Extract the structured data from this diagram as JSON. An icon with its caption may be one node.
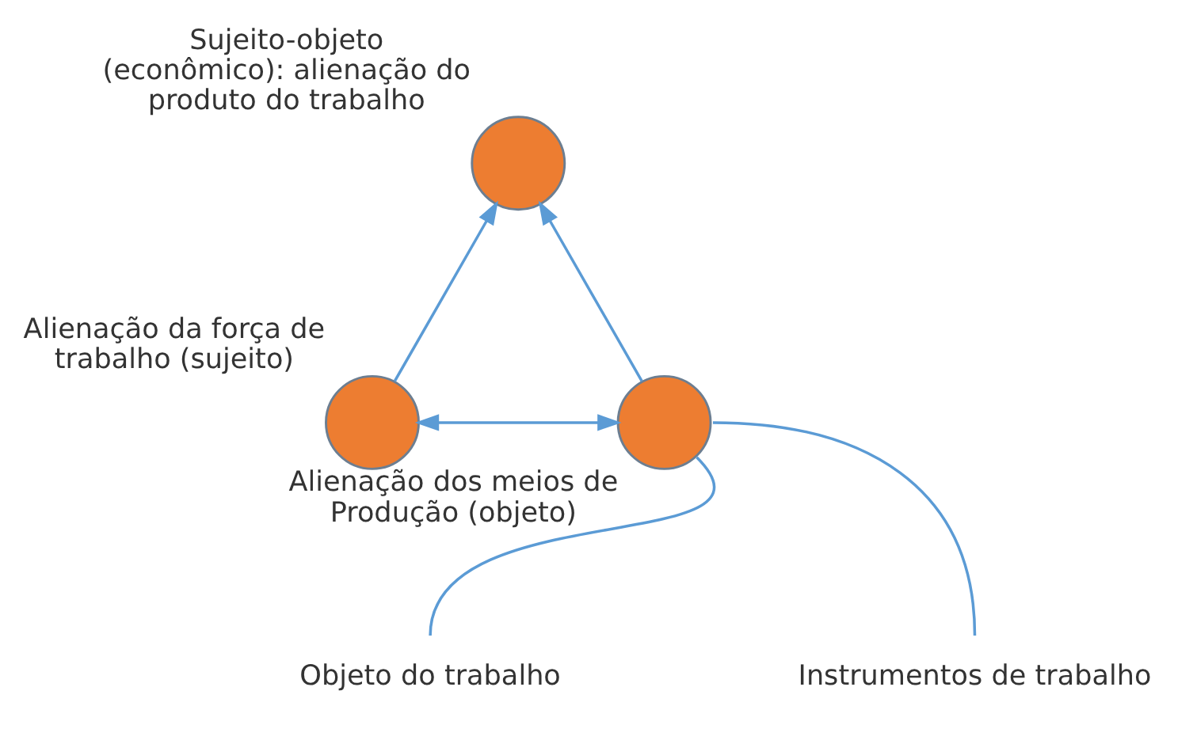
{
  "diagram": {
    "nodes": [
      {
        "text": [
          "Sujeito-objeto (econômico): alienação do produto do trabalho"
        ]
      },
      {
        "text": [
          "Alienação da força de trabalho (sujeito)"
        ]
      },
      {
        "text": [
          "Alienação dos meios de Produção (objeto)"
        ]
      },
      {
        "text": [
          "Objeto do trabalho"
        ]
      },
      {
        "text": [
          "Instrumentos de trabalho"
        ]
      }
    ],
    "edges": [
      {
        "from": 1,
        "to": 0,
        "arrow": "to"
      },
      {
        "from": 2,
        "to": 0,
        "arrow": "to"
      },
      {
        "from": 1,
        "to": 2,
        "arrow": "both"
      },
      {
        "from": 2,
        "to": 3,
        "arrow": "none"
      },
      {
        "from": 2,
        "to": 4,
        "arrow": "none"
      }
    ]
  }
}
